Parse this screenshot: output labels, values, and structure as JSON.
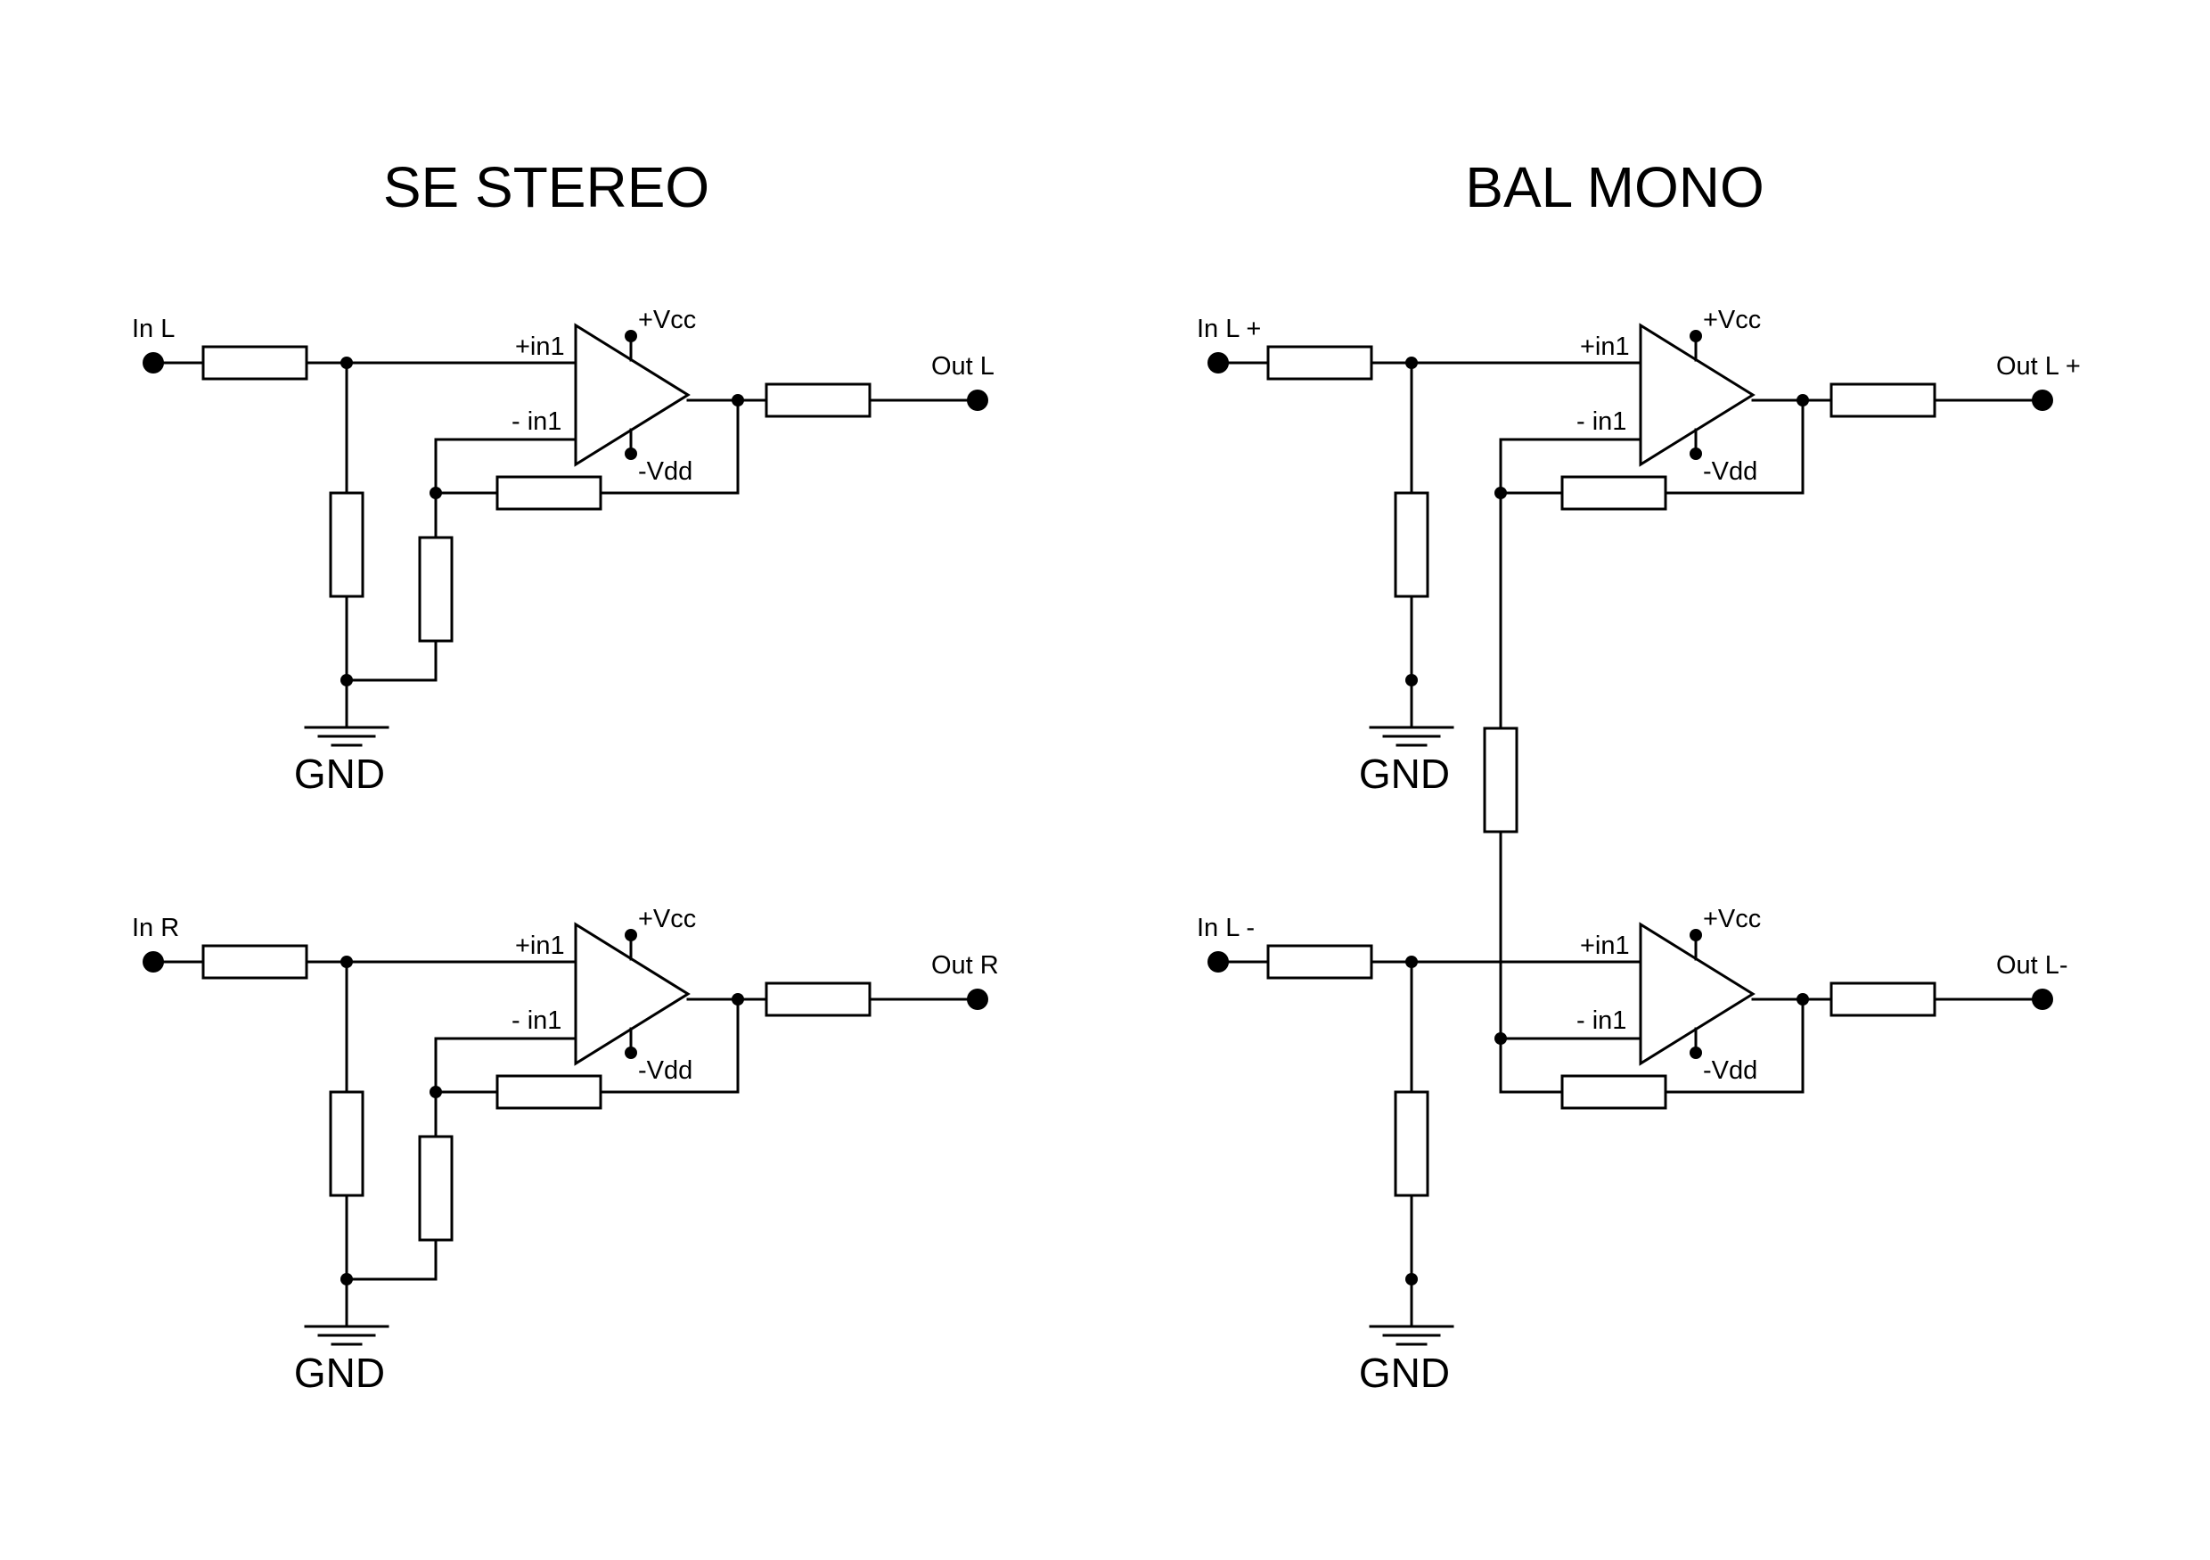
{
  "titles": {
    "left": "SE STEREO",
    "right": "BAL MONO"
  },
  "se_stereo": {
    "top": {
      "input": "In L",
      "output": "Out L",
      "plus_in": "+in1",
      "minus_in": "- in1",
      "vcc": "+Vcc",
      "vdd": "-Vdd",
      "gnd": "GND"
    },
    "bottom": {
      "input": "In R",
      "output": "Out R",
      "plus_in": "+in1",
      "minus_in": "- in1",
      "vcc": "+Vcc",
      "vdd": "-Vdd",
      "gnd": "GND"
    }
  },
  "bal_mono": {
    "top": {
      "input": "In L +",
      "output": "Out L +",
      "plus_in": "+in1",
      "minus_in": "- in1",
      "vcc": "+Vcc",
      "vdd": "-Vdd",
      "gnd": "GND"
    },
    "bottom": {
      "input": "In L -",
      "output": "Out L-",
      "plus_in": "+in1",
      "minus_in": "- in1",
      "vcc": "+Vcc",
      "vdd": "-Vdd",
      "gnd": "GND"
    }
  }
}
